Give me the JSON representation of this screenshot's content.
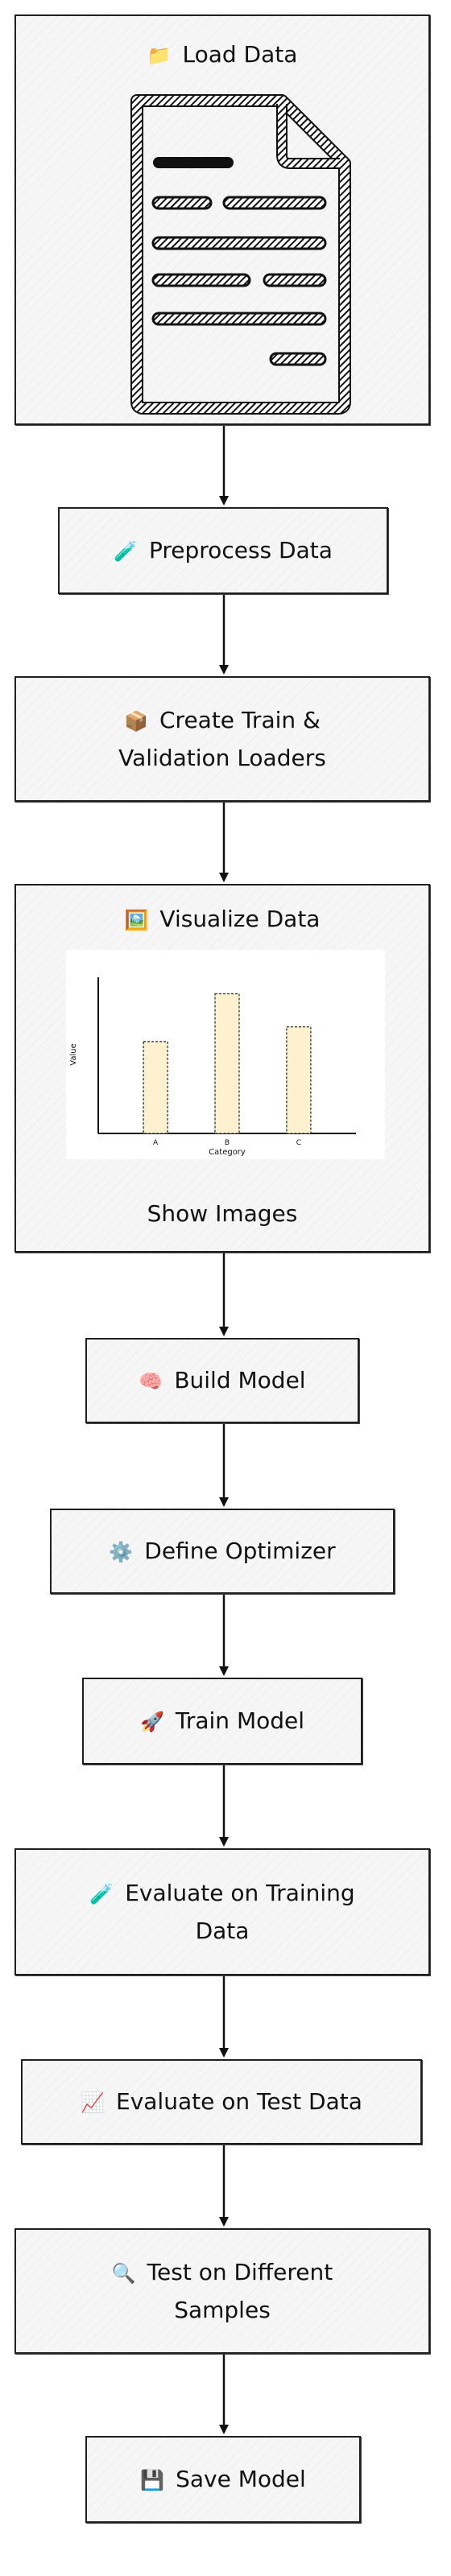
{
  "nodes": {
    "load_data": {
      "icon": "📁",
      "label": "Load Data"
    },
    "preprocess": {
      "icon": "🧪",
      "label": "Preprocess Data"
    },
    "loaders": {
      "icon": "📦",
      "label": "Create Train &\nValidation Loaders"
    },
    "visualize": {
      "icon": "🖼️",
      "label": "Visualize Data",
      "sub_label": "Show Images"
    },
    "build_model": {
      "icon": "🧠",
      "label": "Build Model"
    },
    "optimizer": {
      "icon": "⚙️",
      "label": "Define Optimizer"
    },
    "train": {
      "icon": "🚀",
      "label": "Train Model"
    },
    "eval_train": {
      "icon": "🧪",
      "label": "Evaluate on Training\nData"
    },
    "eval_test": {
      "icon": "📈",
      "label": "Evaluate on Test Data"
    },
    "test_samples": {
      "icon": "🔍",
      "label": "Test on Different\nSamples"
    },
    "save_model": {
      "icon": "💾",
      "label": "Save Model"
    }
  },
  "chart_data": {
    "type": "bar",
    "categories": [
      "A",
      "B",
      "C"
    ],
    "values": [
      5,
      7.6,
      5.8
    ],
    "ylim": [
      0,
      8.5
    ],
    "xlabel": "Category",
    "ylabel": "Value",
    "grid": false,
    "bar_color": "#fdf1cf"
  }
}
